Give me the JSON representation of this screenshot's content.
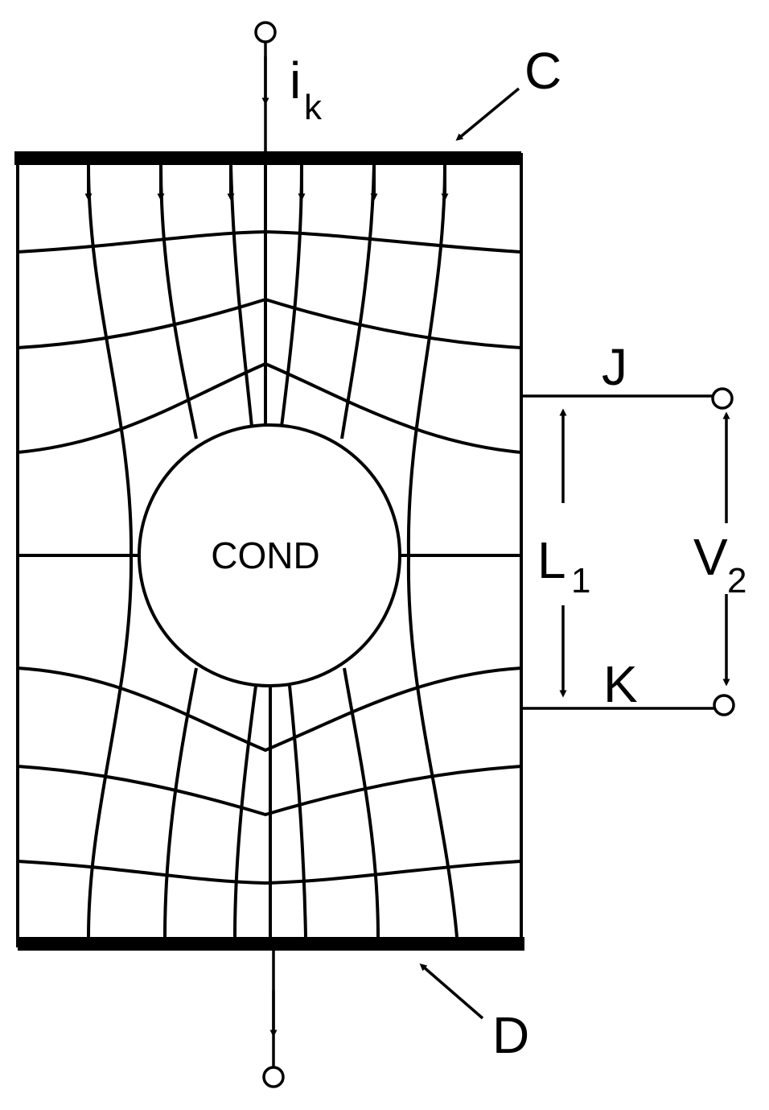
{
  "labels": {
    "current_main": "i",
    "current_sub": "k",
    "electrode_top": "C",
    "electrode_bottom": "D",
    "terminal_j": "J",
    "terminal_k": "K",
    "length_main": "L",
    "length_sub": "1",
    "voltage_main": "V",
    "voltage_sub": "2",
    "conductor": "COND"
  },
  "colors": {
    "ink": "#000000",
    "background": "#ffffff"
  }
}
